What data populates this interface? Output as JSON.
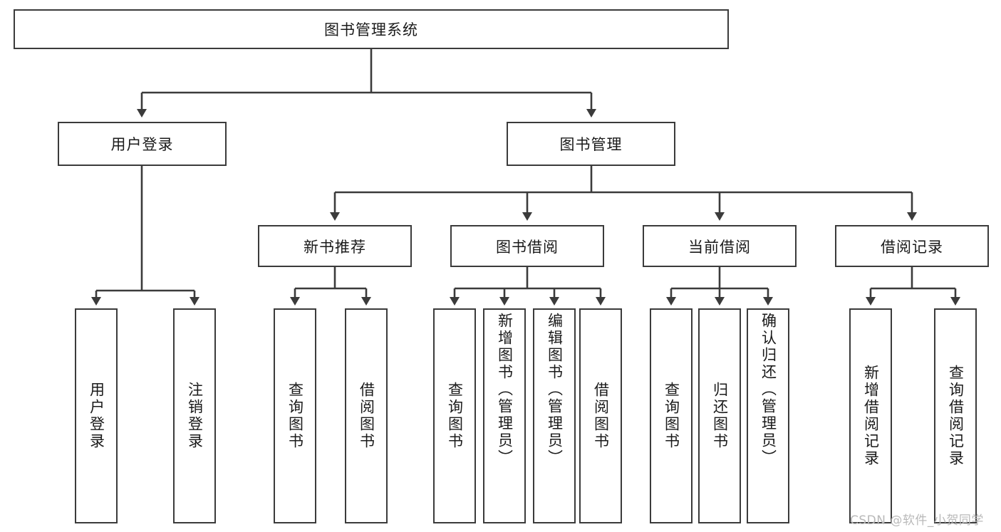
{
  "diagram": {
    "title": "图书管理系统",
    "type": "hierarchy-tree",
    "root": {
      "label": "图书管理系统"
    },
    "level2": [
      {
        "label": "用户登录"
      },
      {
        "label": "图书管理"
      }
    ],
    "level3": [
      {
        "label": "新书推荐"
      },
      {
        "label": "图书借阅"
      },
      {
        "label": "当前借阅"
      },
      {
        "label": "借阅记录"
      }
    ],
    "leaves": {
      "user_login": [
        {
          "label": "用户登录"
        },
        {
          "label": "注销登录"
        }
      ],
      "new_book_recommend": [
        {
          "label": "查询图书"
        },
        {
          "label": "借阅图书"
        }
      ],
      "book_borrow": [
        {
          "label": "查询图书"
        },
        {
          "label": "新增图书（管理员）"
        },
        {
          "label": "编辑图书（管理员）"
        },
        {
          "label": "借阅图书"
        }
      ],
      "current_borrow": [
        {
          "label": "查询图书"
        },
        {
          "label": "归还图书"
        },
        {
          "label": "确认归还（管理员）"
        }
      ],
      "borrow_record": [
        {
          "label": "新增借阅记录"
        },
        {
          "label": "查询借阅记录"
        }
      ]
    },
    "watermark": "CSDN @软件_小贺同学",
    "colors": {
      "stroke": "#3b3b3b",
      "fill": "#ffffff",
      "text": "#1a1a1a",
      "watermark": "#b9b9b9"
    }
  }
}
